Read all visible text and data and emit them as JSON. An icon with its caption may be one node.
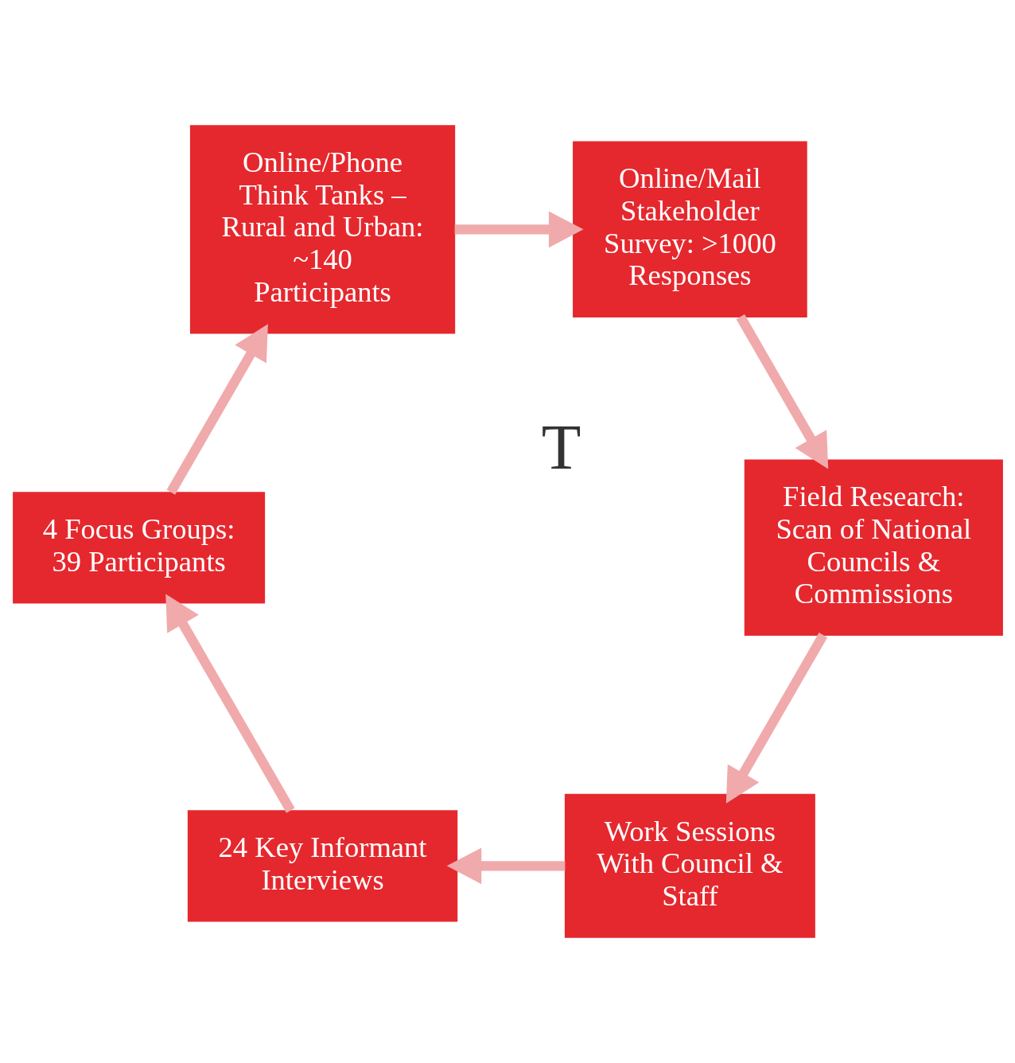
{
  "diagram": {
    "nodes": [
      {
        "text": [
          "Work Sessions With Council & Staff"
        ]
      },
      {
        "text": [
          "24 Key Informant Interviews"
        ]
      },
      {
        "text": [
          "Field Research: Scan of National Councils & Commissions"
        ]
      },
      {
        "text": [
          "4 Focus Groups: 39 Participants"
        ]
      },
      {
        "text": [
          "Online/Mail Stakeholder Survey: >1000 Responses"
        ]
      },
      {
        "text": [
          "Online/Phone Think Tanks – Rural and Urban: ~140 Participants"
        ]
      }
    ],
    "edges": [
      {
        "from": 0,
        "to": 1,
        "arrow": "to"
      },
      {
        "from": 1,
        "to": 3,
        "arrow": "to"
      },
      {
        "from": 3,
        "to": 5,
        "arrow": "to"
      },
      {
        "from": 5,
        "to": 4,
        "arrow": "to"
      },
      {
        "from": 4,
        "to": 2,
        "arrow": "to"
      },
      {
        "from": 2,
        "to": 0,
        "arrow": "to"
      }
    ],
    "labels": [
      "T"
    ]
  }
}
